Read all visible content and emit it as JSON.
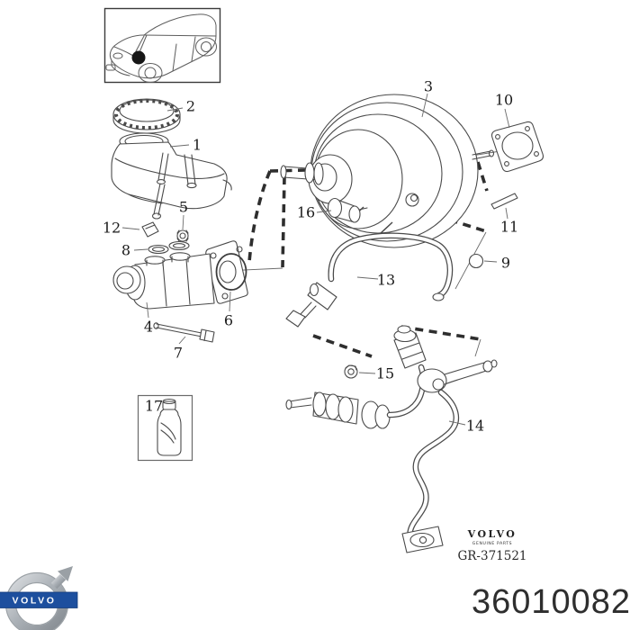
{
  "window": {
    "background": "#ffffff",
    "type": "exploded-parts-diagram"
  },
  "diagram": {
    "callouts": [
      {
        "label": "1"
      },
      {
        "label": "2"
      },
      {
        "label": "3"
      },
      {
        "label": "4"
      },
      {
        "label": "5"
      },
      {
        "label": "6"
      },
      {
        "label": "7"
      },
      {
        "label": "8"
      },
      {
        "label": "9"
      },
      {
        "label": "10"
      },
      {
        "label": "11"
      },
      {
        "label": "12"
      },
      {
        "label": "13"
      },
      {
        "label": "14"
      },
      {
        "label": "15"
      },
      {
        "label": "16"
      },
      {
        "label": "17"
      }
    ],
    "parts_shown": [
      "reservoir",
      "reservoir-cap",
      "brake-booster",
      "master-cylinder",
      "nut",
      "o-ring",
      "bolt",
      "seals",
      "clip",
      "gasket",
      "pin",
      "level-sensor-plug",
      "vacuum-pipe",
      "vacuum-hose",
      "nut",
      "check-valve",
      "brake-fluid-bottle"
    ],
    "car_thumbnail": {
      "marker": "black-dot-on-hood"
    }
  },
  "stamp": {
    "brand": "VOLVO",
    "subtitle": "GENUINE PARTS",
    "reference": "GR-371521"
  },
  "footer": {
    "part_number": "36010082"
  },
  "logo": {
    "wordmark": "VOLVO"
  },
  "colors": {
    "line": "#4a4a4a",
    "label": "#1a1a1a",
    "volvoBlue": "#1d4f9e",
    "logoSilver": "#9aa0a5",
    "numText": "#2e2e2e"
  }
}
